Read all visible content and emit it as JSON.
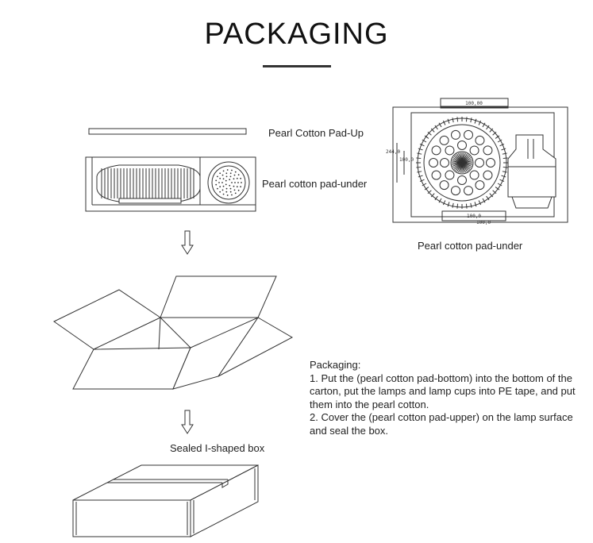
{
  "page": {
    "title": "PACKAGING"
  },
  "labels": {
    "pad_up": "Pearl Cotton Pad-Up",
    "pad_under_left": "Pearl cotton pad-under",
    "pad_under_right": "Pearl cotton pad-under",
    "sealed_box": "Sealed I-shaped box"
  },
  "dimensions": {
    "top": "100,00",
    "left_outer": "244,0",
    "left_inner": "100,0",
    "bottom_inner": "100,0",
    "bottom_outer": "100,0"
  },
  "instructions": {
    "heading": "Packaging:",
    "step1": "1. Put the (pearl cotton pad-bottom) into the bottom of the carton, put the lamps and lamp cups into PE tape, and put them into the pearl cotton.",
    "step2": "2. Cover the (pearl cotton pad-upper) on the lamp surface and seal the box."
  }
}
